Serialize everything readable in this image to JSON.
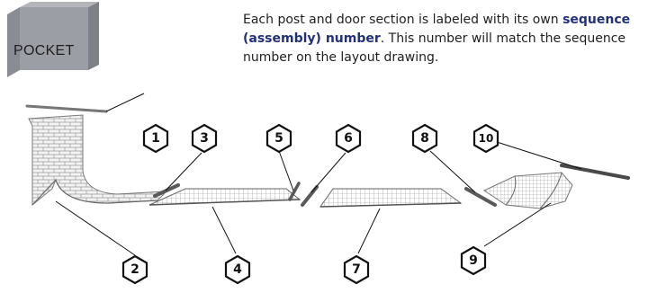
{
  "caption": {
    "part1": "Each post and door section is labeled with its own ",
    "emphasis": "sequence (assembly) number",
    "part2": ". This number will match the sequence number on the layout drawing."
  },
  "pocket_label": "POCKET",
  "badges": [
    "1",
    "2",
    "3",
    "4",
    "5",
    "6",
    "7",
    "8",
    "9",
    "10"
  ],
  "colors": {
    "caption_emphasis": "#23317a",
    "pocket_wall": "#8d8f97",
    "mesh": "#7f7f7f",
    "post": "#5a5a5a",
    "badge_stroke": "#111111"
  }
}
